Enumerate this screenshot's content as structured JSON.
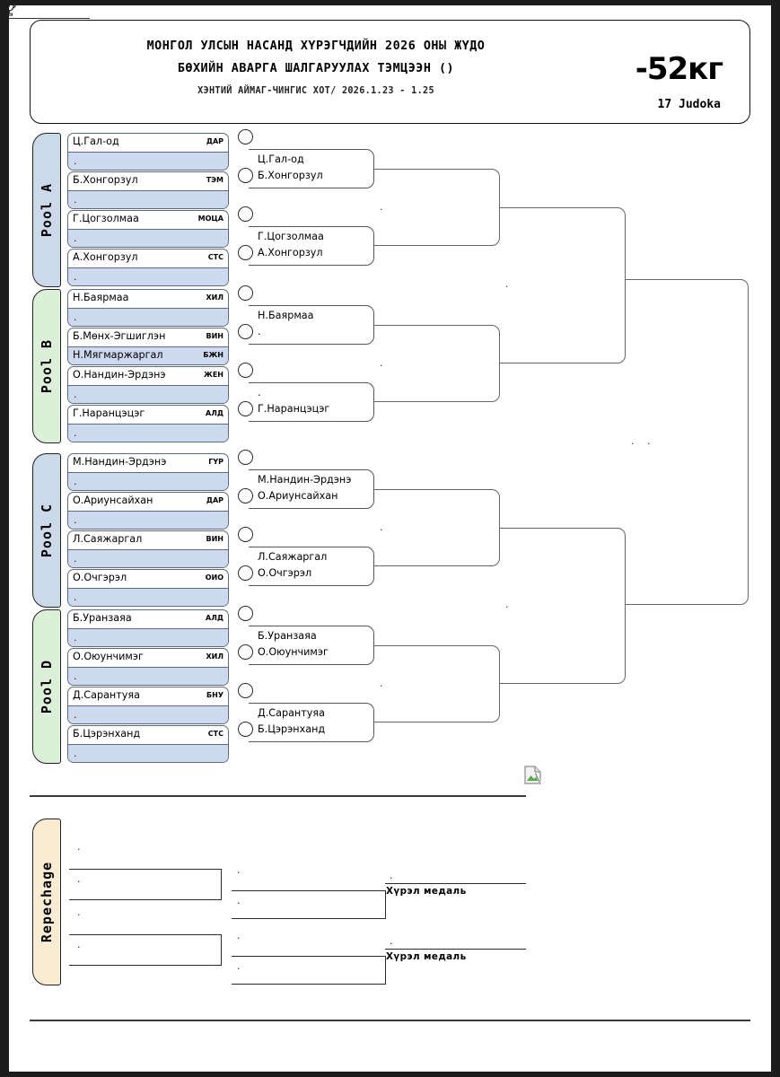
{
  "header": {
    "title_line1": "МОНГОЛ УЛСЫН НАСАНД ХҮРЭГЧДИЙН 2026 ОНЫ ЖҮДО",
    "title_line2": "БӨХИЙН АВАРГА ШАЛГАРУУЛАХ ТЭМЦЭЭН ()",
    "venue_dates": "ХЭНТИЙ АЙМАГ-ЧИНГИС ХОТ/ 2026.1.23 - 1.25",
    "weight_class": "-52кг",
    "judoka_count": "17 Judoka"
  },
  "pools": [
    {
      "label": "Pool A",
      "color": "#ccd9e8",
      "slots": [
        {
          "name": "Ц.Гал-од",
          "club": "ДАР",
          "sub_name": ".",
          "sub_club": ""
        },
        {
          "name": "Б.Хонгорзул",
          "club": "ТЭМ",
          "sub_name": ".",
          "sub_club": ""
        },
        {
          "name": "Г.Цогзолмаа",
          "club": "МОЦА",
          "sub_name": ".",
          "sub_club": ""
        },
        {
          "name": "А.Хонгорзул",
          "club": "СТС",
          "sub_name": ".",
          "sub_club": ""
        }
      ],
      "round2": [
        {
          "line1": "Ц.Гал-од",
          "line2": "Б.Хонгорзул"
        },
        {
          "line1": "Г.Цогзолмаа",
          "line2": "А.Хонгорзул"
        }
      ]
    },
    {
      "label": "Pool B",
      "color": "#dcefd8",
      "slots": [
        {
          "name": "Н.Баярмаа",
          "club": "ХИЛ",
          "sub_name": ".",
          "sub_club": ""
        },
        {
          "name": "Б.Мөнх-Эгшиглэн",
          "club": "ВИН",
          "sub_name": "Н.Мягмаржаргал",
          "sub_club": "БЖН"
        },
        {
          "name": "О.Нандин-Эрдэнэ",
          "club": "ЖЕН",
          "sub_name": ".",
          "sub_club": ""
        },
        {
          "name": "Г.Наранцэцэг",
          "club": "АЛД",
          "sub_name": ".",
          "sub_club": ""
        }
      ],
      "round2": [
        {
          "line1": "Н.Баярмаа",
          "line2": "."
        },
        {
          "line1": ".",
          "line2": "Г.Наранцэцэг"
        }
      ]
    },
    {
      "label": "Pool C",
      "color": "#ccd9e8",
      "slots": [
        {
          "name": "М.Нандин-Эрдэнэ",
          "club": "ГҮР",
          "sub_name": ".",
          "sub_club": ""
        },
        {
          "name": "О.Ариунсайхан",
          "club": "ДАР",
          "sub_name": ".",
          "sub_club": ""
        },
        {
          "name": "Л.Саяжаргал",
          "club": "ВИН",
          "sub_name": ".",
          "sub_club": ""
        },
        {
          "name": "О.Очгэрэл",
          "club": "ОИО",
          "sub_name": ".",
          "sub_club": ""
        }
      ],
      "round2": [
        {
          "line1": "М.Нандин-Эрдэнэ",
          "line2": "О.Ариунсайхан"
        },
        {
          "line1": "Л.Саяжаргал",
          "line2": "О.Очгэрэл"
        }
      ]
    },
    {
      "label": "Pool D",
      "color": "#dcefd8",
      "slots": [
        {
          "name": "Б.Уранзаяа",
          "club": "АЛД",
          "sub_name": ".",
          "sub_club": ""
        },
        {
          "name": "О.Оюунчимэг",
          "club": "ХИЛ",
          "sub_name": ".",
          "sub_club": ""
        },
        {
          "name": "Д.Сарантуяа",
          "club": "БНУ",
          "sub_name": ".",
          "sub_club": ""
        },
        {
          "name": "Б.Цэрэнханд",
          "club": "СТС",
          "sub_name": ".",
          "sub_club": ""
        }
      ],
      "round2": [
        {
          "line1": "Б.Уранзаяа",
          "line2": "О.Оюунчимэг"
        },
        {
          "line1": "Д.Сарантуяа",
          "line2": "Б.Цэрэнханд"
        }
      ]
    }
  ],
  "round3": [
    ".",
    ".",
    ".",
    "."
  ],
  "semifinals": [
    ".",
    "."
  ],
  "final": ".",
  "winner": {
    "icon": "trophy-icon",
    "name": ""
  },
  "repechage": {
    "label": "Repechage",
    "color": "#faebd3",
    "upper": {
      "feed_top": ".",
      "feed_bottom": ".",
      "mid_top": ".",
      "mid_bottom": ".",
      "result": ".",
      "medal_label": "Хүрэл медаль"
    },
    "lower": {
      "feed_top": ".",
      "feed_bottom": ".",
      "mid_top": ".",
      "mid_bottom": ".",
      "result": ".",
      "medal_label": "Хүрэл медаль"
    }
  },
  "broken_image": "broken-image-icon"
}
